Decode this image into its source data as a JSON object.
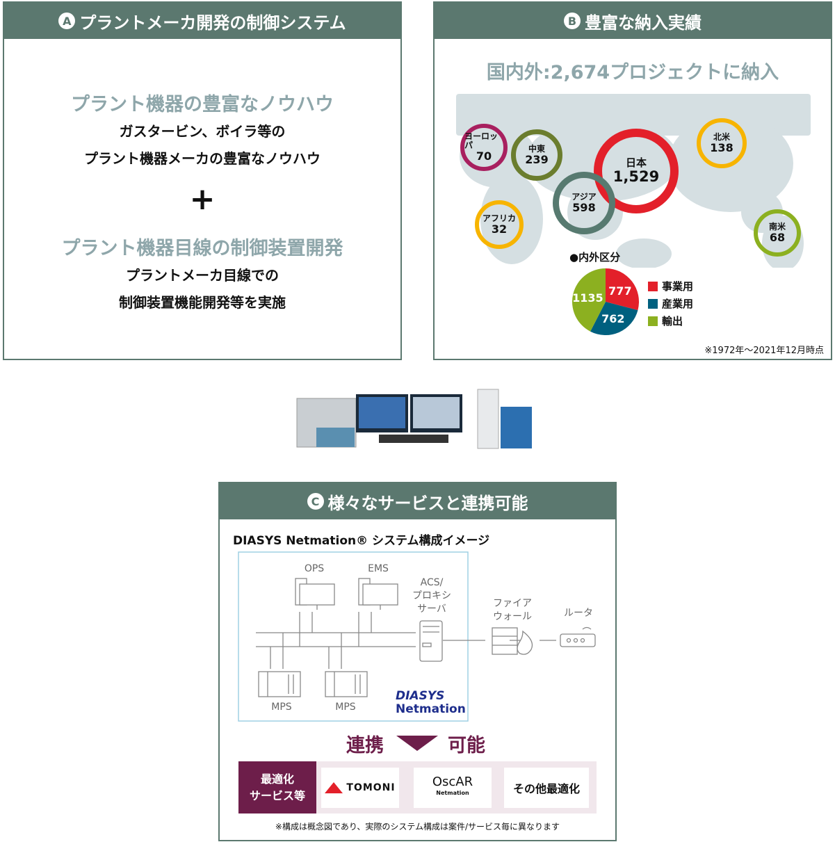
{
  "panel_a": {
    "badge": "A",
    "title": "プラントメーカ開発の制御システム",
    "heading1": "プラント機器の豊富なノウハウ",
    "body1_line1": "ガスタービン、ボイラ等の",
    "body1_line2": "プラント機器メーカの豊富なノウハウ",
    "plus": "+",
    "heading2": "プラント機器目線の制御装置開発",
    "body2_line1": "プラントメーカ目線での",
    "body2_line2": "制御装置機能開発等を実施"
  },
  "panel_b": {
    "badge": "B",
    "title": "豊富な納入実績",
    "headline": "国内外:2,674プロジェクトに納入",
    "regions": [
      {
        "label": "ヨーロッパ",
        "value": "70",
        "color": "#a8205f"
      },
      {
        "label": "中東",
        "value": "239",
        "color": "#6b7d2e"
      },
      {
        "label": "日本",
        "value": "1,529",
        "color": "#e3202a"
      },
      {
        "label": "アジア",
        "value": "598",
        "color": "#577a70"
      },
      {
        "label": "アフリカ",
        "value": "32",
        "color": "#f7b400"
      },
      {
        "label": "北米",
        "value": "138",
        "color": "#f7b400"
      },
      {
        "label": "南米",
        "value": "68",
        "color": "#8cb020"
      }
    ],
    "note": "※1972年〜2021年12月時点"
  },
  "chart_data": {
    "type": "pie",
    "title": "●内外区分",
    "categories": [
      "事業用",
      "産業用",
      "輸出"
    ],
    "values": [
      777,
      762,
      1135
    ],
    "colors": [
      "#e3202a",
      "#00607f",
      "#8cb020"
    ],
    "legend": "right"
  },
  "panel_c": {
    "badge": "C",
    "title": "様々なサービスと連携可能",
    "diagram_title": "DIASYS Netmation® システム構成イメージ",
    "nodes": {
      "ops": "OPS",
      "ems": "EMS",
      "acs_line1": "ACS/",
      "acs_line2": "プロキシ",
      "acs_line3": "サーバ",
      "firewall_line1": "ファイア",
      "firewall_line2": "ウォール",
      "router": "ルータ",
      "mps1": "MPS",
      "mps2": "MPS"
    },
    "logo_line1": "DIASYS",
    "logo_line2": "Netmation",
    "link_left": "連携",
    "link_right": "可能",
    "services_label_line1": "最適化",
    "services_label_line2": "サービス等",
    "services": [
      "TOMONI",
      "OscAR",
      "その他最適化"
    ],
    "oscar_sub": "Netmation",
    "accent": "#6d1e4a",
    "footnote": "※構成は概念図であり、実際のシステム構成は案件/サービス毎に異なります"
  }
}
